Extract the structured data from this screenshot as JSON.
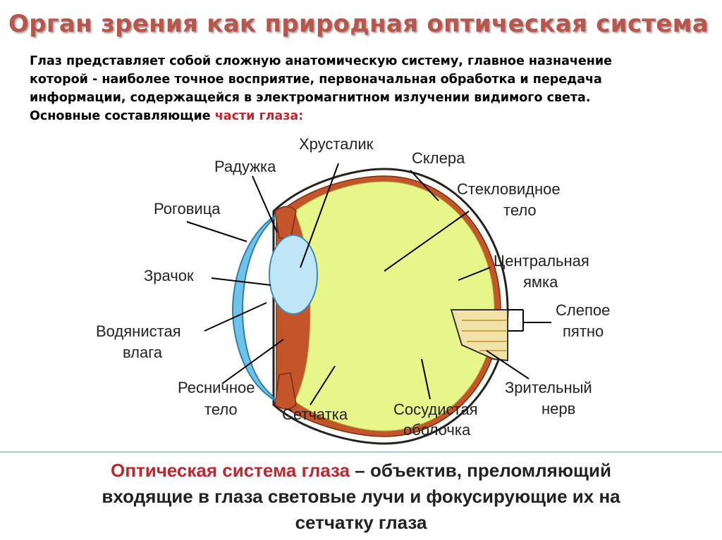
{
  "title": "Орган зрения как природная оптическая система",
  "intro": {
    "line1": "Глаз представляет собой сложную анатомическую систему, главное назначение",
    "line2": "которой - наиболее точное восприятие, первоначальная обработка и передача",
    "line3": "информации, содержащейся в электромагнитном излучении видимого света.",
    "line4_prefix": "Основные составляющие ",
    "line4_highlight": "части глаза",
    "line4_suffix": ":"
  },
  "labels": {
    "lens": "Хрусталик",
    "sclera": "Склера",
    "iris": "Радужка",
    "vitreous_1": "Стекловидное",
    "vitreous_2": "тело",
    "cornea": "Роговица",
    "fovea_1": "Центральная",
    "fovea_2": "ямка",
    "pupil": "Зрачок",
    "blind_spot_1": "Слепое",
    "blind_spot_2": "пятно",
    "aqueous_1": "Водянистая",
    "aqueous_2": "влага",
    "ciliary_1": "Ресничное",
    "ciliary_2": "тело",
    "retina": "Сетчатка",
    "choroid_1": "Сосудистая",
    "choroid_2": "оболочка",
    "optic_nerve_1": "Зрительный",
    "optic_nerve_2": "нерв"
  },
  "conclusion": {
    "highlight": "Оптическая система глаза",
    "line1_rest": " – объектив, преломляющий",
    "line2": "входящие в глаза световые лучи и фокусирующие их на",
    "line3": "сетчатку глаза"
  },
  "colors": {
    "title": "#b8564c",
    "highlight": "#c0272d",
    "vitreous": "#e8f58a",
    "choroid": "#c4552b",
    "cornea": "#6ec3ea",
    "lens": "#bfe6f7",
    "optic_nerve": "#f1e3a8",
    "separator": "#a9cfcf"
  }
}
